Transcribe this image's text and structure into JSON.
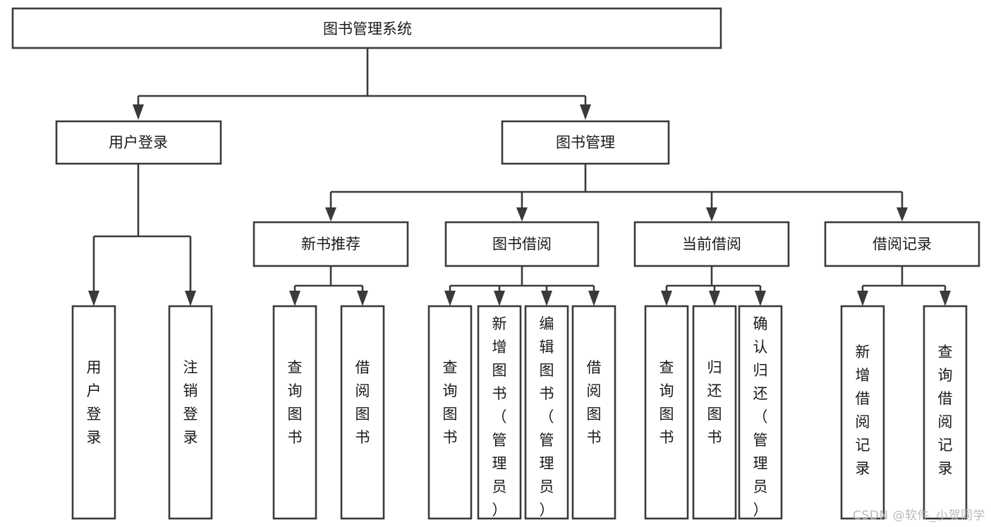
{
  "diagram": {
    "type": "tree-hierarchy",
    "title": "图书管理系统",
    "watermark": "CSDN @软件_小贺同学",
    "colors": {
      "stroke": "#3a3a3a",
      "fill": "#ffffff",
      "text": "#1a1a1a",
      "watermark": "#b9b9b9"
    },
    "levels": {
      "level1": {
        "label": "图书管理系统",
        "orientation": "horizontal"
      },
      "level2": [
        {
          "label": "用户登录",
          "orientation": "horizontal"
        },
        {
          "label": "图书管理",
          "orientation": "horizontal"
        }
      ],
      "level3": [
        {
          "label": "新书推荐",
          "orientation": "horizontal",
          "parent": "图书管理"
        },
        {
          "label": "图书借阅",
          "orientation": "horizontal",
          "parent": "图书管理"
        },
        {
          "label": "当前借阅",
          "orientation": "horizontal",
          "parent": "图书管理"
        },
        {
          "label": "借阅记录",
          "orientation": "horizontal",
          "parent": "图书管理"
        }
      ],
      "leaves": [
        {
          "label": "用户登录",
          "orientation": "vertical",
          "parent": "用户登录"
        },
        {
          "label": "注销登录",
          "orientation": "vertical",
          "parent": "用户登录"
        },
        {
          "label": "查询图书",
          "orientation": "vertical",
          "parent": "新书推荐"
        },
        {
          "label": "借阅图书",
          "orientation": "vertical",
          "parent": "新书推荐"
        },
        {
          "label": "查询图书",
          "orientation": "vertical",
          "parent": "图书借阅"
        },
        {
          "label": "新增图书（管理员）",
          "orientation": "vertical",
          "parent": "图书借阅"
        },
        {
          "label": "编辑图书（管理员）",
          "orientation": "vertical",
          "parent": "图书借阅"
        },
        {
          "label": "借阅图书",
          "orientation": "vertical",
          "parent": "图书借阅"
        },
        {
          "label": "查询图书",
          "orientation": "vertical",
          "parent": "当前借阅"
        },
        {
          "label": "归还图书",
          "orientation": "vertical",
          "parent": "当前借阅"
        },
        {
          "label": "确认归还（管理员）",
          "orientation": "vertical",
          "parent": "当前借阅"
        },
        {
          "label": "新增借阅记录",
          "orientation": "vertical",
          "parent": "借阅记录"
        },
        {
          "label": "查询借阅记录",
          "orientation": "vertical",
          "parent": "借阅记录"
        }
      ]
    },
    "nodes": {
      "root": "图书管理系统",
      "n_user_login": "用户登录",
      "n_book_mgmt": "图书管理",
      "n_new_rec": "新书推荐",
      "n_borrow": "图书借阅",
      "n_current": "当前借阅",
      "n_record": "借阅记录",
      "l_user_login": "用户登录",
      "l_logout": "注销登录",
      "l_nr_query": "查询图书",
      "l_nr_borrow": "借阅图书",
      "l_b_query": "查询图书",
      "l_b_add": "新增图书（管理员）",
      "l_b_edit": "编辑图书（管理员）",
      "l_b_borrow": "借阅图书",
      "l_c_query": "查询图书",
      "l_c_return": "归还图书",
      "l_c_confirm": "确认归还（管理员）",
      "l_r_add": "新增借阅记录",
      "l_r_query": "查询借阅记录"
    }
  }
}
